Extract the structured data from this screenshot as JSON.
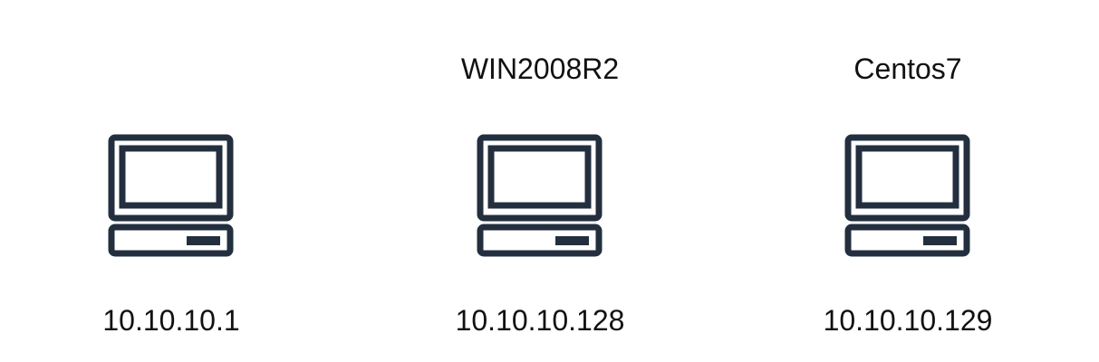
{
  "nodes": [
    {
      "name": "",
      "ip": "10.10.10.1",
      "icon": "computer-icon"
    },
    {
      "name": "WIN2008R2",
      "ip": "10.10.10.128",
      "icon": "computer-icon"
    },
    {
      "name": "Centos7",
      "ip": "10.10.10.129",
      "icon": "computer-icon"
    }
  ],
  "colors": {
    "icon_stroke": "#232f3e",
    "text": "#111111"
  }
}
